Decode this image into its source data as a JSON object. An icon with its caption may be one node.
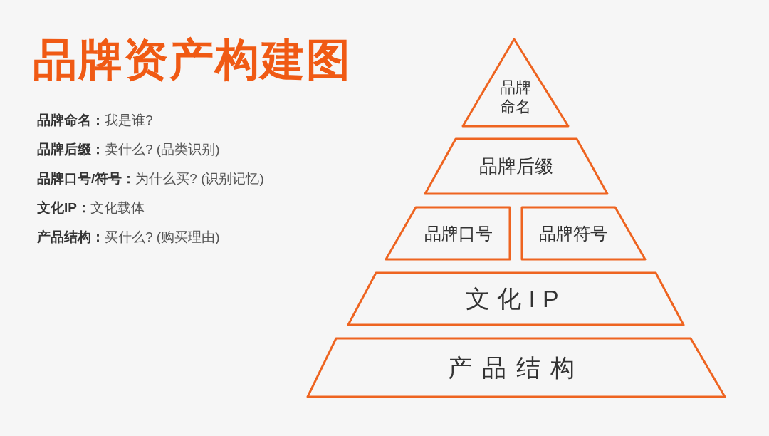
{
  "diagram": {
    "title": "品牌资产构建图",
    "nodes": [
      {
        "text": [
          "品牌命名"
        ]
      },
      {
        "text": [
          "品牌后缀"
        ]
      },
      {
        "text": [
          "品牌口号"
        ]
      },
      {
        "text": [
          "品牌符号"
        ]
      },
      {
        "text": [
          "文化IP"
        ]
      },
      {
        "text": [
          "产品结构"
        ]
      }
    ],
    "labels": [
      "**品牌命名：**我是谁?",
      "**品牌后缀：**卖什么? (品类识别)",
      "**品牌口号/符号：**为什么买? (识别记忆)",
      "**文化IP：**文化载体",
      "**产品结构：**买什么? (购买理由)"
    ]
  }
}
